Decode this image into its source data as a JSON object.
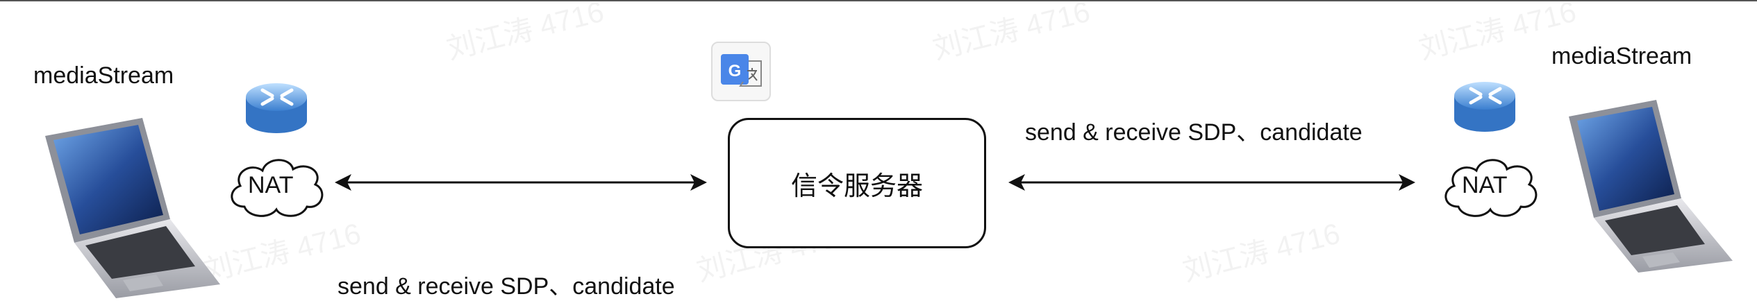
{
  "diagram": {
    "left_peer": {
      "stream_label": "mediaStream",
      "nat_label": "NAT"
    },
    "right_peer": {
      "stream_label": "mediaStream",
      "nat_label": "NAT"
    },
    "server": {
      "label": "信令服务器"
    },
    "left_link": {
      "label": "send & receive SDP、candidate"
    },
    "right_link": {
      "label": "send & receive SDP、candidate"
    },
    "icons": {
      "laptop": "laptop-icon",
      "router": "router-icon",
      "cloud": "nat-cloud-icon",
      "translate": "google-translate-icon"
    }
  },
  "watermarks": [
    "刘江涛 4716",
    "刘江涛 4716",
    "刘江涛 4716",
    "刘江涛 4716",
    "刘江涛 4716",
    "刘江涛 4716"
  ]
}
